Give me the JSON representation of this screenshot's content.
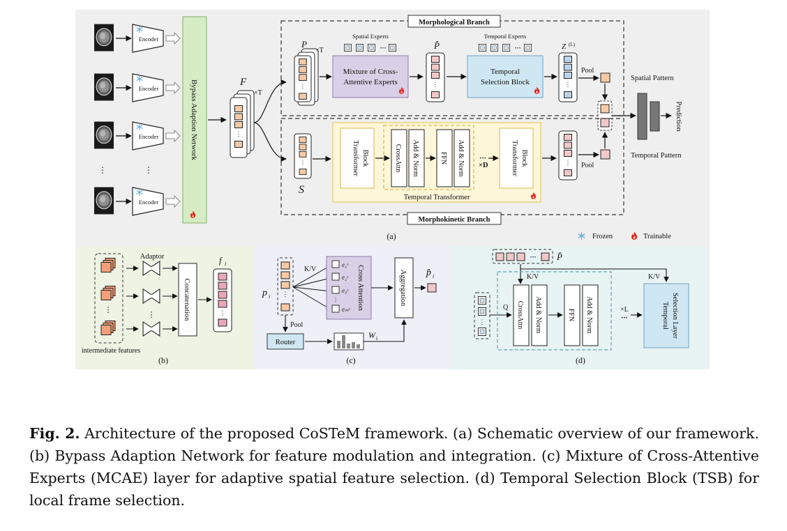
{
  "figure": {
    "panel_a": {
      "encoder": "Encoder",
      "bypass": "Bypass Adaption Network",
      "F": "F",
      "times_T": "×T",
      "P": "P",
      "P_hat": "P̂",
      "S": "S",
      "Z": "Z",
      "Z_sup": "(L)",
      "morph_title": "Morphological Branch",
      "morphokinetic_title": "Morphokinetic Branch",
      "spatial_experts": "Spatial Experts",
      "temporal_experts": "Temporal Experts",
      "mcae": [
        "Mixture of Cross-",
        "Attentive Experts"
      ],
      "tsb": [
        "Temporal",
        "Selection Block"
      ],
      "pool": "Pool",
      "spatial_pattern": "Spatial Pattern",
      "temporal_pattern": "Temporal Pattern",
      "prediction": "Prediction",
      "transformer_block": [
        "Transformer",
        "Block"
      ],
      "cross_attn": "CrossAttn",
      "add_norm": "Add & Norm",
      "ffn": "FFN",
      "times_D": "×D",
      "temporal_transformer": "Temporal Transformer",
      "label": "(a)",
      "frozen": "Frozen",
      "trainable": "Trainable",
      "ellipsis": "⋮"
    },
    "panel_b": {
      "adaptor": "Adaptor",
      "concatenation": "Concatenation",
      "f_i": "f",
      "f_sub": "i",
      "intermediate": "intermediate features",
      "label": "(b)"
    },
    "panel_c": {
      "kv": "K/V",
      "cross_attention": "Cross Attention",
      "aggregation": "Aggregation",
      "p_i": "p",
      "p_sub": "i",
      "p_hat_i": "p̂",
      "pool": "Pool",
      "router": "Router",
      "W": "W",
      "W_sub": "i",
      "experts": [
        "e₁ˢ",
        "e₂ˢ",
        "e₃ˢ",
        "eₘˢ"
      ],
      "label": "(c)"
    },
    "panel_d": {
      "P_hat": "P̂",
      "kv1": "K/V",
      "kv2": "K/V",
      "q": "Q",
      "cross_attn": "CrossAttn",
      "add_norm": "Add & Norm",
      "ffn": "FFN",
      "times_L": "×L",
      "tsl": [
        "Temporal",
        "Selection Layer"
      ],
      "label": "(d)"
    }
  },
  "caption": {
    "label": "Fig. 2.",
    "text": " Architecture of the proposed CoSTeM framework. (a) Schematic overview of our framework. (b) Bypass Adaption Network for feature modulation and integration. (c) Mixture of Cross-Attentive Experts (MCAE) layer for adaptive spatial feature selection. (d) Temporal Selection Block (TSB) for local frame selection."
  },
  "colors": {
    "panel_bg_a": "#efefef",
    "panel_bg_b": "#eef3e4",
    "panel_bg_c": "#eff0f7",
    "panel_bg_d": "#e8f3f3",
    "bypass_fill": "#d6ecc4",
    "mcae_fill": "#d9cfe6",
    "tsb_fill": "#cfe7f3",
    "transformer_fill": "#fdf6d9",
    "token_fill": "#f6c9a6",
    "token_pink": "#f0c8c8",
    "trainable_red": "#e8201a",
    "frozen_blue": "#6ab4e0"
  }
}
